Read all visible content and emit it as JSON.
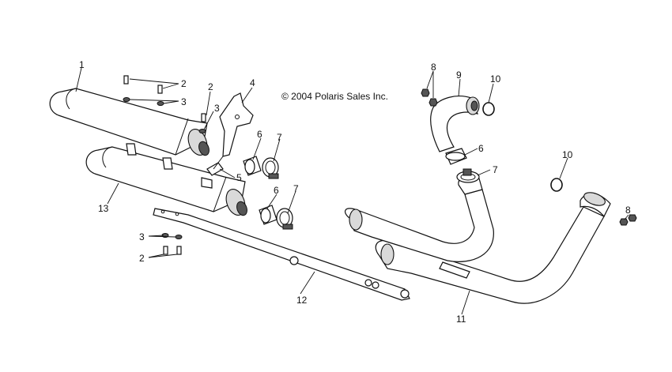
{
  "copyright": "© 2004 Polaris Sales Inc.",
  "callouts": {
    "c1": "1",
    "c2a": "2",
    "c2b": "2",
    "c2c": "2",
    "c3a": "3",
    "c3b": "3",
    "c3c": "3",
    "c4": "4",
    "c5": "5",
    "c6a": "6",
    "c6b": "6",
    "c6c": "6",
    "c7a": "7",
    "c7b": "7",
    "c7c": "7",
    "c8a": "8",
    "c8b": "8",
    "c9": "9",
    "c10a": "10",
    "c10b": "10",
    "c11": "11",
    "c12": "12",
    "c13": "13"
  }
}
